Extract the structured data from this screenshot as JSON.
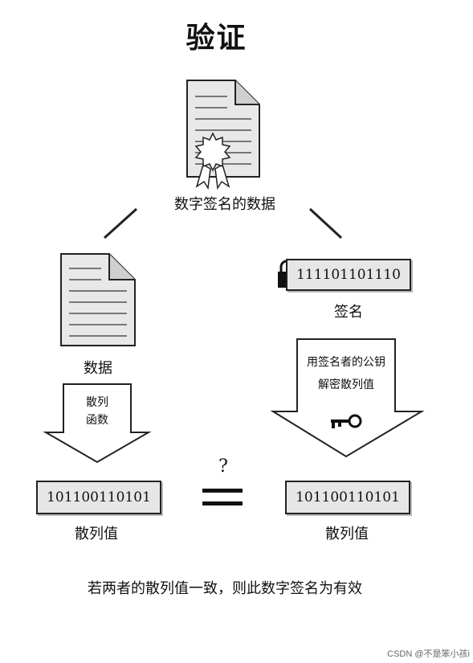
{
  "title": "验证",
  "signed_data_label": "数字签名的数据",
  "data_label": "数据",
  "signature": {
    "bits": "111101101110",
    "label": "签名"
  },
  "hash_function_label_line1": "散列",
  "hash_function_label_line2": "函数",
  "public_key_label_line1": "用签名者的公钥",
  "public_key_label_line2": "解密散列值",
  "left_hash": {
    "bits": "101100110101",
    "label": "散列值"
  },
  "right_hash": {
    "bits": "101100110101",
    "label": "散列值"
  },
  "compare_symbol": "?",
  "footer": "若两者的散列值一致，则此数字签名为有效",
  "watermark": "CSDN @不是笨小孩i"
}
